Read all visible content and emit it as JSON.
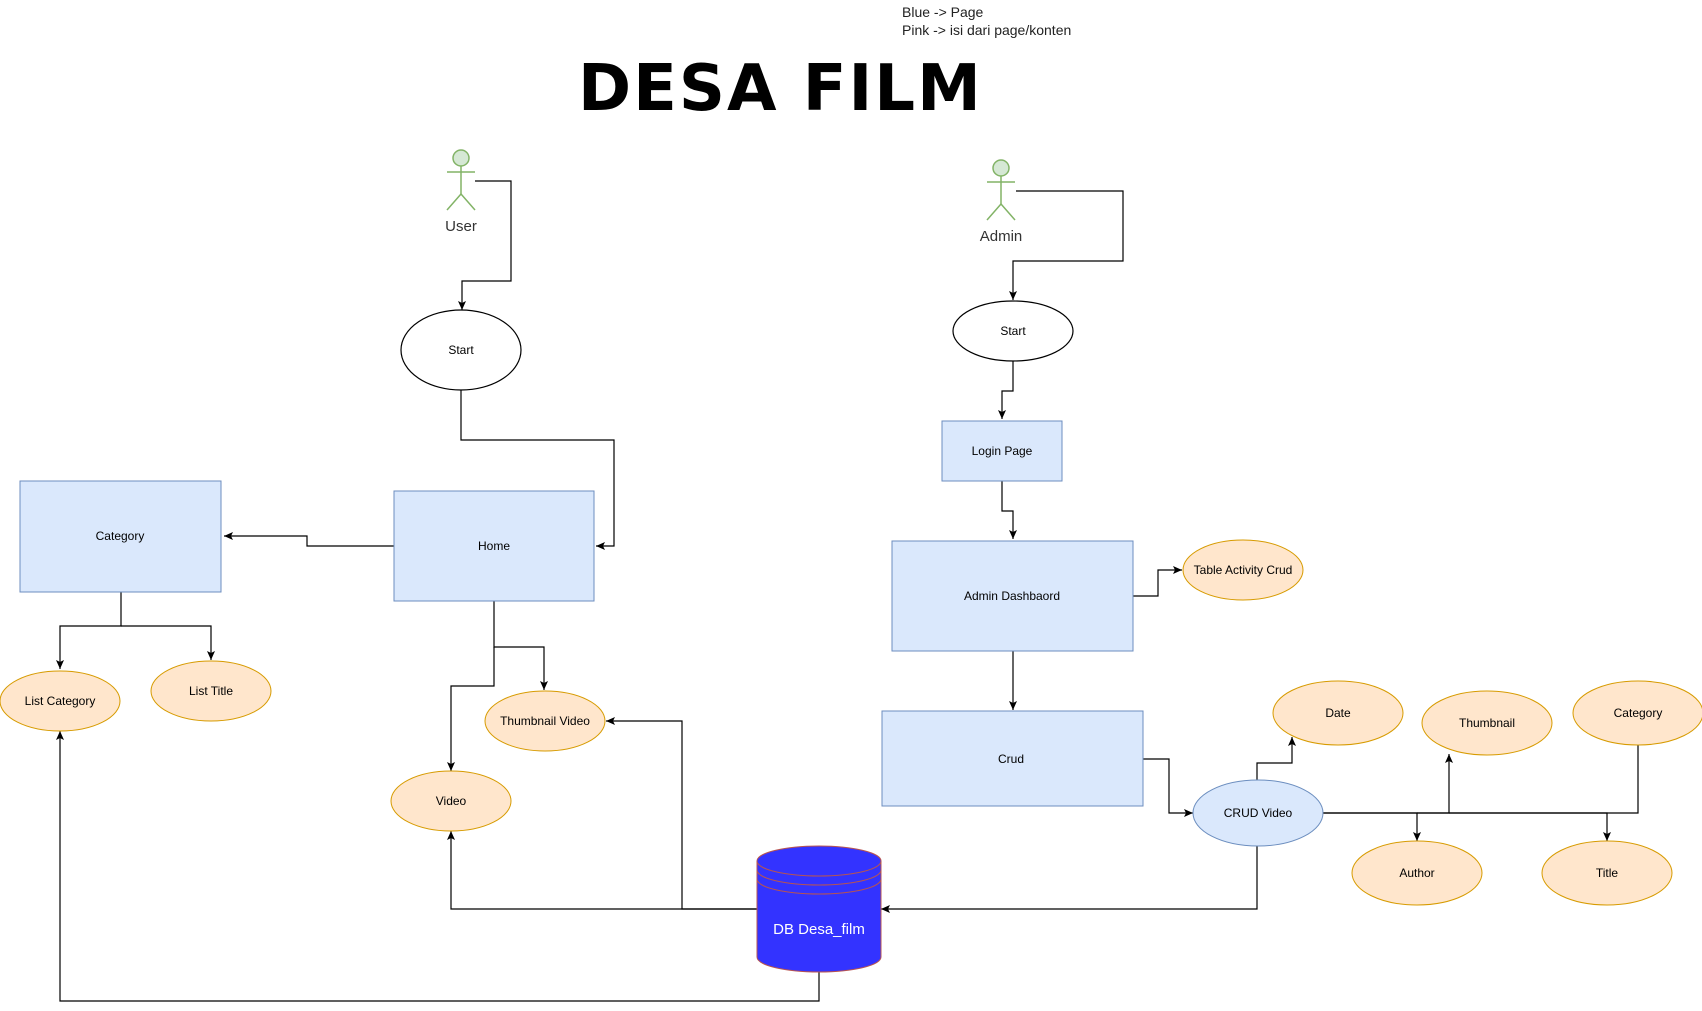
{
  "title": "DESA FILM",
  "legend": {
    "line1": "Blue -> Page",
    "line2": "Pink -> isi dari page/konten"
  },
  "colors": {
    "page_fill": "#dae8fc",
    "page_stroke": "#6c8ebf",
    "content_fill": "#ffe6cc",
    "content_stroke": "#d79b00",
    "actor_fill": "#d5e8d4",
    "actor_stroke": "#82b366",
    "db_fill": "#3333ff",
    "db_stroke": "#b85450"
  },
  "actors": {
    "user": "User",
    "admin": "Admin"
  },
  "nodes": {
    "user_start": "Start",
    "admin_start": "Start",
    "home": "Home",
    "category_page": "Category",
    "list_category": "List Category",
    "list_title": "List Title",
    "thumbnail_video": "Thumbnail Video",
    "video": "Video",
    "login_page": "Login Page",
    "admin_dashboard": "Admin Dashbaord",
    "table_activity": "Table Activity Crud",
    "crud": "Crud",
    "crud_video": "CRUD Video",
    "date": "Date",
    "thumbnail": "Thumbnail",
    "category_field": "Category",
    "author": "Author",
    "title_field": "Title",
    "db": "DB Desa_film"
  }
}
